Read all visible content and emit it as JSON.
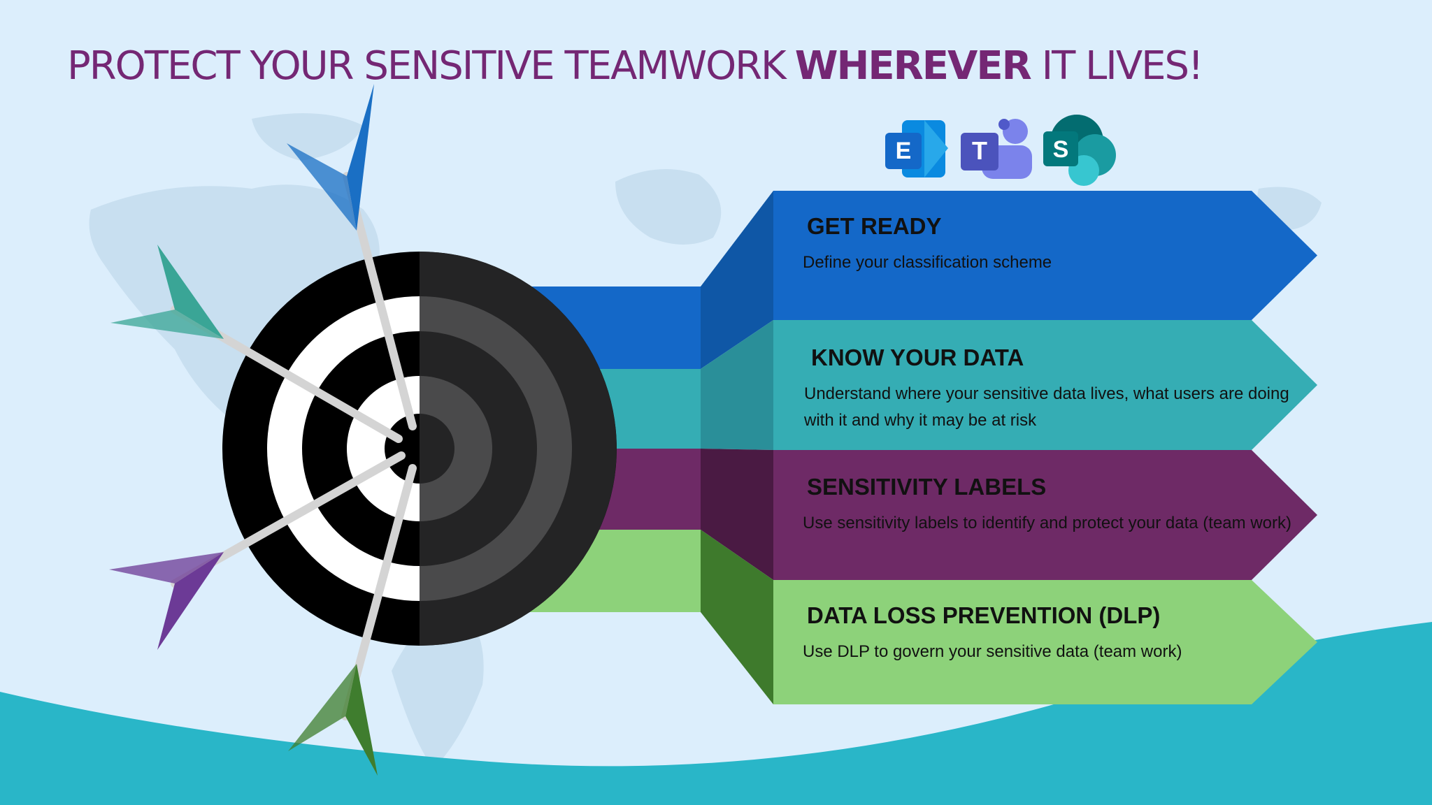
{
  "slide": {
    "title_part1": "PROTECT YOUR SENSITIVE TEAMWORK",
    "title_emphasis": "WHEREVER",
    "title_part2": "IT LIVES!"
  },
  "apps": [
    {
      "name": "exchange-icon",
      "letter": "E",
      "color": "#1a73d8"
    },
    {
      "name": "teams-icon",
      "letter": "T",
      "color": "#5b5fc7"
    },
    {
      "name": "sharepoint-icon",
      "letter": "S",
      "color": "#038387"
    }
  ],
  "steps": [
    {
      "title": "GET READY",
      "description": "Define your classification scheme",
      "color": "#1468c8"
    },
    {
      "title": "KNOW YOUR DATA",
      "description": "Understand where your sensitive data lives, what users are doing with it and why it may be at risk",
      "color": "#35adb4"
    },
    {
      "title": "SENSITIVITY LABELS",
      "description": "Use sensitivity labels to identify and protect your data (team work)",
      "color": "#6e2a66"
    },
    {
      "title": "DATA LOSS PREVENTION (DLP)",
      "description": "Use DLP to govern your sensitive data (team work)",
      "color": "#8dd27a"
    }
  ],
  "arrow_colors": [
    "#1a6fc4",
    "#3aa596",
    "#6c3a96",
    "#3f7d2e"
  ]
}
